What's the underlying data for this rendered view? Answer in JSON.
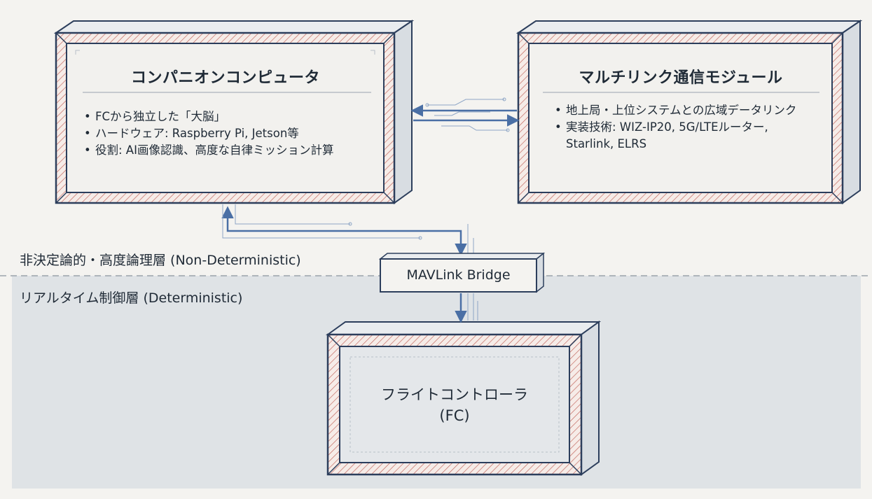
{
  "diagram": {
    "layers": {
      "upper_label": "非決定論的・高度論理層 (Non-Deterministic)",
      "lower_label": "リアルタイム制御層 (Deterministic)"
    },
    "companion": {
      "title": "コンパニオンコンピュータ",
      "bullets": [
        "FCから独立した「大脳」",
        "ハードウェア: Raspberry Pi, Jetson等",
        "役割: AI画像認識、高度な自律ミッション計算"
      ]
    },
    "multilink": {
      "title": "マルチリンク通信モジュール",
      "bullets": [
        "地上局・上位システムとの広域データリンク",
        "実装技術: WIZ-IP20, 5G/LTEルーター, Starlink, ELRS"
      ]
    },
    "bridge": {
      "label": "MAVLink Bridge"
    },
    "flight_controller": {
      "title": "フライトコントローラ",
      "subtitle": "(FC)"
    },
    "colors": {
      "frame": "#2c3e5c",
      "hatch": "#c0625a",
      "arrow": "#4a6fa5",
      "lower_zone": "#dfe3e6",
      "background": "#f4f3f0"
    }
  }
}
